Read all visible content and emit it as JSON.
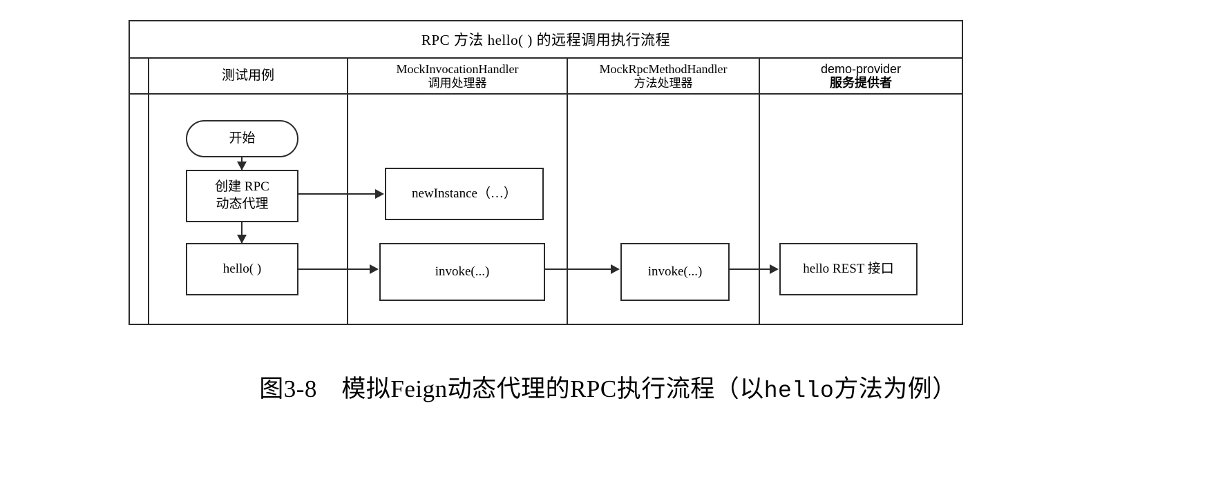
{
  "diagram": {
    "title": "RPC 方法 hello( ) 的远程调用执行流程",
    "lanes": [
      {
        "name": "test-case",
        "line1": "测试用例",
        "line2": ""
      },
      {
        "name": "invocation-handler",
        "line1": "MockInvocationHandler",
        "line2": "调用处理器"
      },
      {
        "name": "rpc-method-handler",
        "line1": "MockRpcMethodHandler",
        "line2": "方法处理器"
      },
      {
        "name": "demo-provider",
        "line1": "demo-provider",
        "line2": "服务提供者"
      }
    ],
    "nodes": {
      "start": "开始",
      "create_proxy_l1": "创建 RPC",
      "create_proxy_l2": "动态代理",
      "hello": "hello( )",
      "new_instance": "newInstance（…）",
      "invoke_handler": "invoke(...)",
      "invoke_method": "invoke(...)",
      "rest_api": "hello REST 接口"
    }
  },
  "caption": {
    "figure_no": "图3-8",
    "gap": "　",
    "text_before": "模拟Feign动态代理的RPC执行流程（以",
    "text_mono": "hello",
    "text_after": "方法为例）"
  },
  "colors": {
    "stroke": "#2b2b2b",
    "background": "#ffffff",
    "text": "#000000"
  }
}
